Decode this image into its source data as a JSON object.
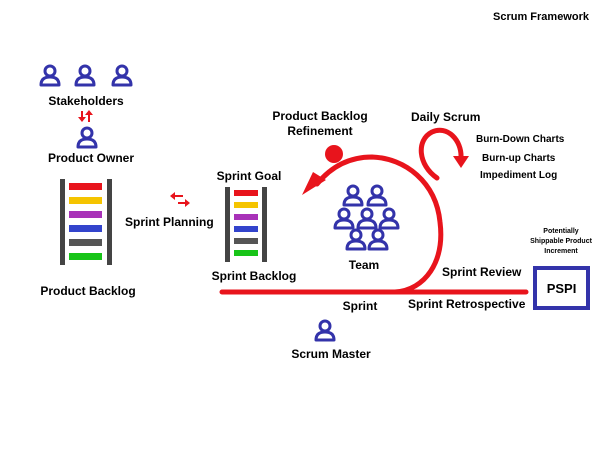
{
  "title": "Scrum Framework",
  "labels": {
    "stakeholders": "Stakeholders",
    "product_owner": "Product Owner",
    "product_backlog": "Product Backlog",
    "sprint_planning": "Sprint Planning",
    "sprint_goal": "Sprint Goal",
    "sprint_backlog": "Sprint Backlog",
    "product_backlog_refinement_line1": "Product Backlog",
    "product_backlog_refinement_line2": "Refinement",
    "daily_scrum": "Daily Scrum",
    "burn_down": "Burn-Down Charts",
    "burn_up": "Burn-up Charts",
    "impediment_log": "Impediment Log",
    "team": "Team",
    "sprint": "Sprint",
    "scrum_master": "Scrum Master",
    "sprint_review": "Sprint Review",
    "sprint_retrospective": "Sprint Retrospective",
    "pspi_caption_line1": "Potentially",
    "pspi_caption_line2": "Shippable Product",
    "pspi_caption_line3": "Increment",
    "pspi": "PSPI"
  },
  "colors": {
    "person": "#3333aa",
    "cycle": "#e8141c",
    "backlog_frame": "#444444",
    "backlog_items": [
      "#e8141c",
      "#f5c400",
      "#a832b8",
      "#3344cc",
      "#555555",
      "#18c418"
    ]
  },
  "icons": [
    "person-icon",
    "exchange-arrows-icon"
  ]
}
